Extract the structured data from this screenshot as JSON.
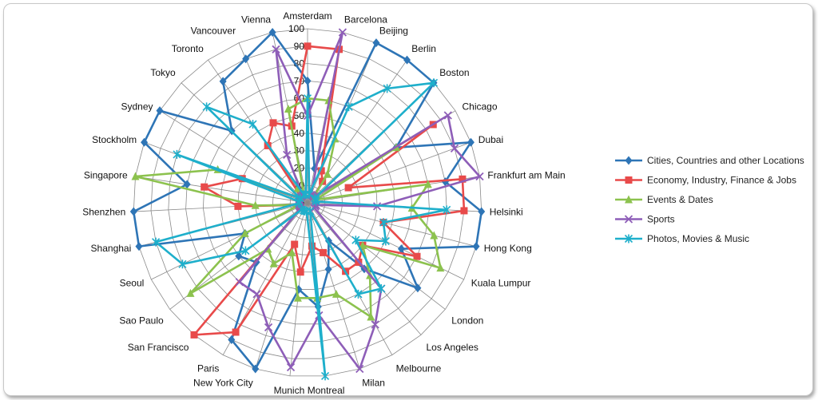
{
  "chart_data": {
    "type": "radar",
    "categories": [
      "Amsterdam",
      "Barcelona",
      "Beijing",
      "Berlin",
      "Boston",
      "Chicago",
      "Dubai",
      "Frankfurt am Main",
      "Helsinki",
      "Hong Kong",
      "Kuala Lumpur",
      "London",
      "Los Angeles",
      "Melbourne",
      "Milan",
      "Montreal",
      "Munich",
      "New York City",
      "Paris",
      "San Francisco",
      "Sao Paulo",
      "Seoul",
      "Shanghai",
      "Shenzhen",
      "Singapore",
      "Stockholm",
      "Sydney",
      "Tokyo",
      "Toronto",
      "Vancouver",
      "Vienna"
    ],
    "rlim": [
      0,
      100
    ],
    "ticks": [
      "0",
      "10",
      "20",
      "30",
      "40",
      "50",
      "60",
      "70",
      "80",
      "90",
      "100"
    ],
    "grid": true,
    "legend_position": "right",
    "series": [
      {
        "name": "Cities, Countries and other Locations",
        "color": "#2e75b6",
        "marker": "diamond",
        "values": [
          70,
          20,
          100,
          100,
          100,
          60,
          100,
          80,
          100,
          100,
          60,
          80,
          50,
          25,
          40,
          60,
          50,
          100,
          90,
          45,
          50,
          40,
          100,
          100,
          70,
          100,
          100,
          60,
          85,
          90,
          100
        ]
      },
      {
        "name": "Economy, Industry, Finance & Jobs",
        "color": "#e84a4a",
        "marker": "square",
        "values": [
          90,
          90,
          20,
          15,
          5,
          85,
          25,
          90,
          90,
          45,
          70,
          40,
          45,
          45,
          30,
          25,
          40,
          25,
          85,
          100,
          5,
          5,
          5,
          40,
          60,
          40,
          5,
          5,
          40,
          50,
          45
        ]
      },
      {
        "name": "Events & Dates",
        "color": "#8cc24e",
        "marker": "triangle",
        "values": [
          60,
          60,
          40,
          20,
          5,
          60,
          5,
          70,
          60,
          75,
          85,
          40,
          55,
          75,
          55,
          55,
          55,
          30,
          40,
          35,
          85,
          40,
          5,
          30,
          100,
          55,
          5,
          5,
          10,
          5,
          55
        ]
      },
      {
        "name": "Sports",
        "color": "#8e5eb8",
        "marker": "x",
        "values": [
          50,
          100,
          5,
          5,
          5,
          95,
          90,
          100,
          40,
          5,
          5,
          5,
          65,
          80,
          100,
          65,
          95,
          75,
          60,
          60,
          5,
          5,
          5,
          5,
          5,
          5,
          5,
          5,
          5,
          30,
          90
        ]
      },
      {
        "name": "Photos, Movies & Music",
        "color": "#1eafcb",
        "marker": "star",
        "values": [
          60,
          5,
          60,
          80,
          100,
          5,
          5,
          5,
          80,
          45,
          50,
          35,
          65,
          60,
          5,
          100,
          5,
          5,
          5,
          5,
          45,
          80,
          90,
          5,
          5,
          80,
          5,
          80,
          55,
          5,
          5
        ]
      }
    ]
  }
}
